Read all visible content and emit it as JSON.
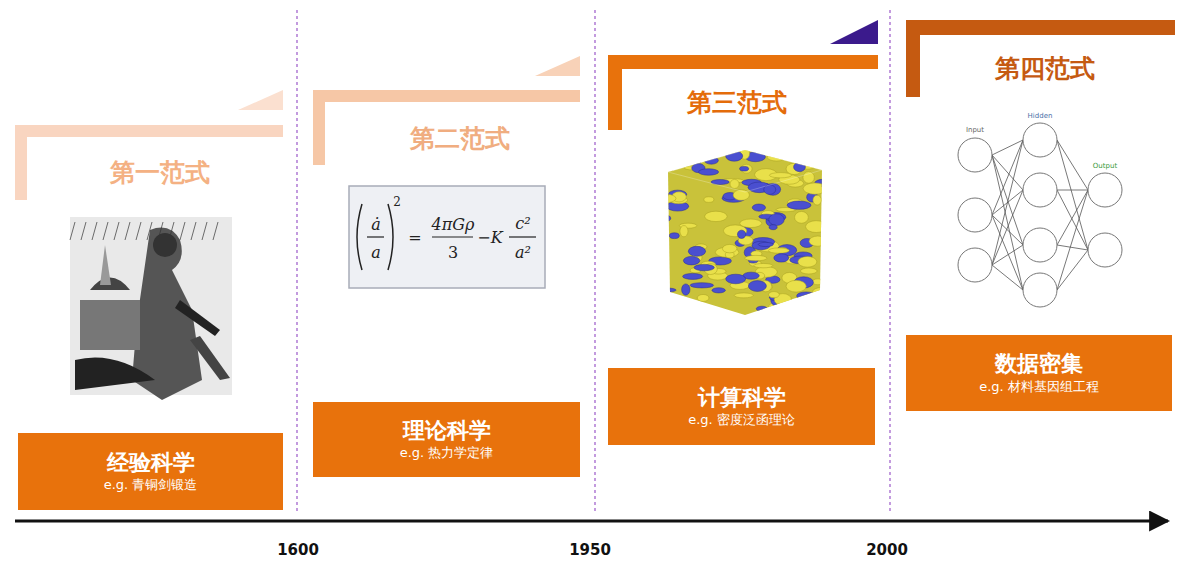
{
  "diagram": {
    "nodes": [
      {
        "text": [
          "经验科学",
          "e.g. 青铜剑锻造"
        ]
      },
      {
        "text": [
          "理论科学",
          "e.g. 热力学定律"
        ]
      },
      {
        "text": [
          "计算科学",
          "e.g. 密度泛函理论"
        ]
      },
      {
        "text": [
          "数据密集",
          "e.g. 材料基因组工程"
        ]
      }
    ],
    "labels": [
      "第一范式",
      "第二范式",
      "第三范式",
      "第四范式",
      "1600",
      "1950",
      "2000",
      "ȧ",
      "a",
      "2",
      "=",
      "4πGρ",
      "3",
      "−K",
      "c²",
      "a²",
      "Input",
      "Hidden",
      "Output"
    ]
  }
}
